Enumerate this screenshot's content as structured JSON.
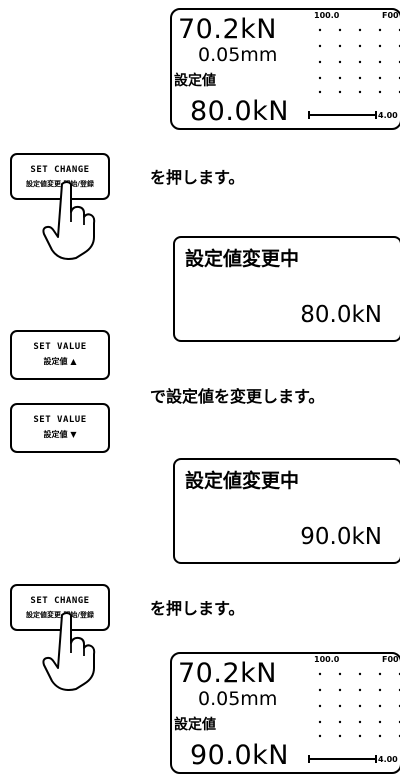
{
  "display_normal_1": {
    "force": "70.2kN",
    "displacement": "0.05mm",
    "setpoint_label": "設定値",
    "setpoint_value": "80.0kN",
    "scale_top": "100.0",
    "scale_top_right": "F00",
    "scale_bottom_right": "4.00"
  },
  "step1": {
    "key_label_en": "SET CHANGE",
    "key_label_jp": "設定値変更 開始/登録",
    "instruction": "を押します。"
  },
  "panel_changing_1": {
    "title": "設定値変更中",
    "value": "80.0kN"
  },
  "step2": {
    "key_up_en": "SET VALUE",
    "key_up_jp": "設定値 ▲",
    "key_down_en": "SET VALUE",
    "key_down_jp": "設定値 ▼",
    "instruction": "で設定値を変更します。"
  },
  "panel_changing_2": {
    "title": "設定値変更中",
    "value": "90.0kN"
  },
  "step3": {
    "key_label_en": "SET CHANGE",
    "key_label_jp": "設定値変更 開始/登録",
    "instruction": "を押します。"
  },
  "display_normal_2": {
    "force": "70.2kN",
    "displacement": "0.05mm",
    "setpoint_label": "設定値",
    "setpoint_value": "90.0kN",
    "scale_top": "100.0",
    "scale_top_right": "F00",
    "scale_bottom_right": "4.00"
  }
}
